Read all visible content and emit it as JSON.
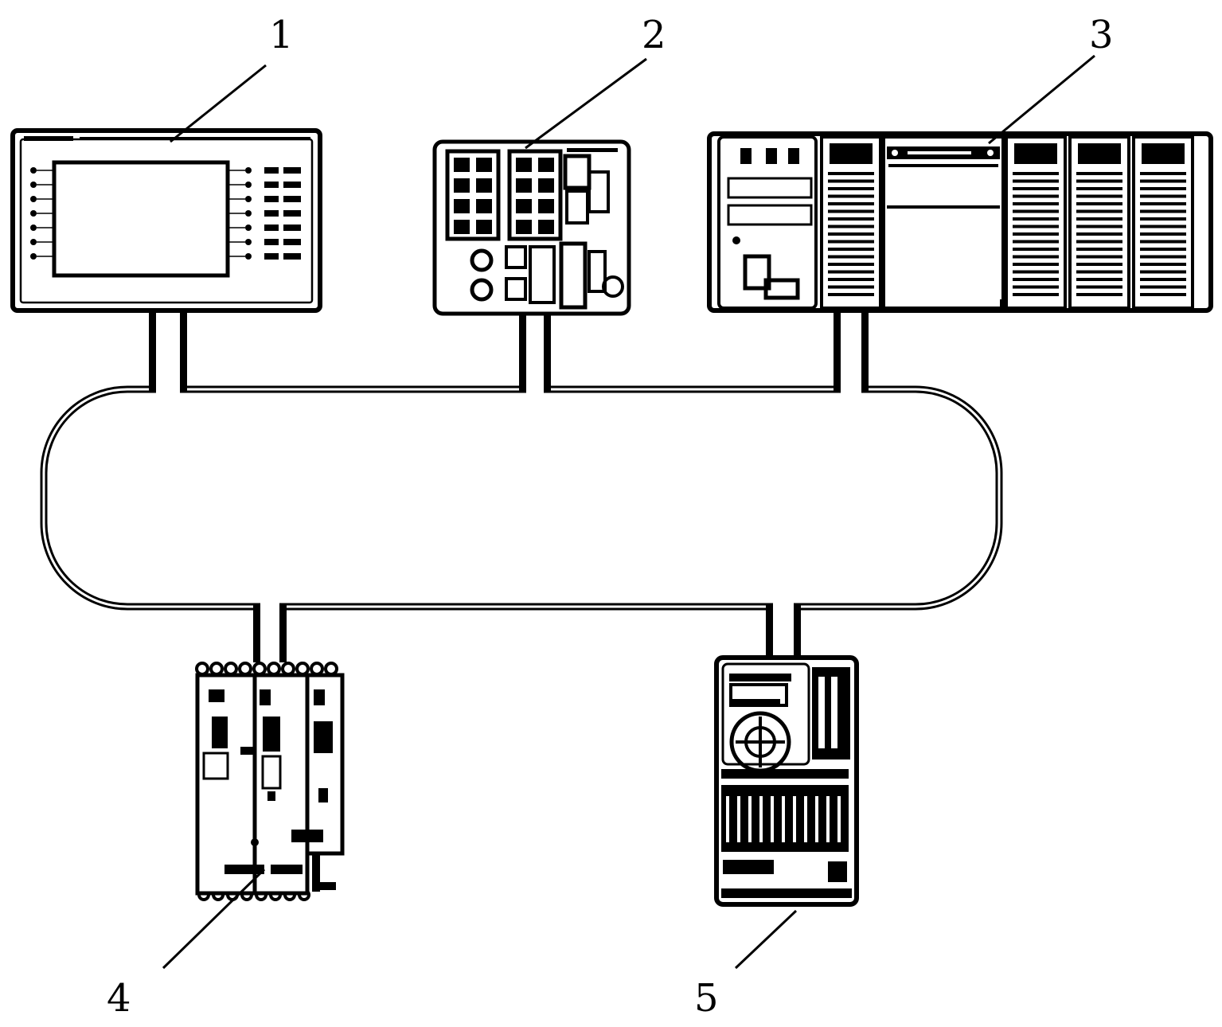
{
  "callouts": [
    {
      "id": "1",
      "label": "1"
    },
    {
      "id": "2",
      "label": "2"
    },
    {
      "id": "3",
      "label": "3"
    },
    {
      "id": "4",
      "label": "4"
    },
    {
      "id": "5",
      "label": "5"
    }
  ],
  "devices": [
    {
      "callout": "1",
      "icon": "hmi-panel-icon"
    },
    {
      "callout": "2",
      "icon": "network-switch-icon"
    },
    {
      "callout": "3",
      "icon": "plc-rack-icon"
    },
    {
      "callout": "4",
      "icon": "servo-drive-module-icon"
    },
    {
      "callout": "5",
      "icon": "variable-frequency-drive-icon"
    }
  ],
  "colors": {
    "line": "#000000",
    "background": "#ffffff"
  }
}
